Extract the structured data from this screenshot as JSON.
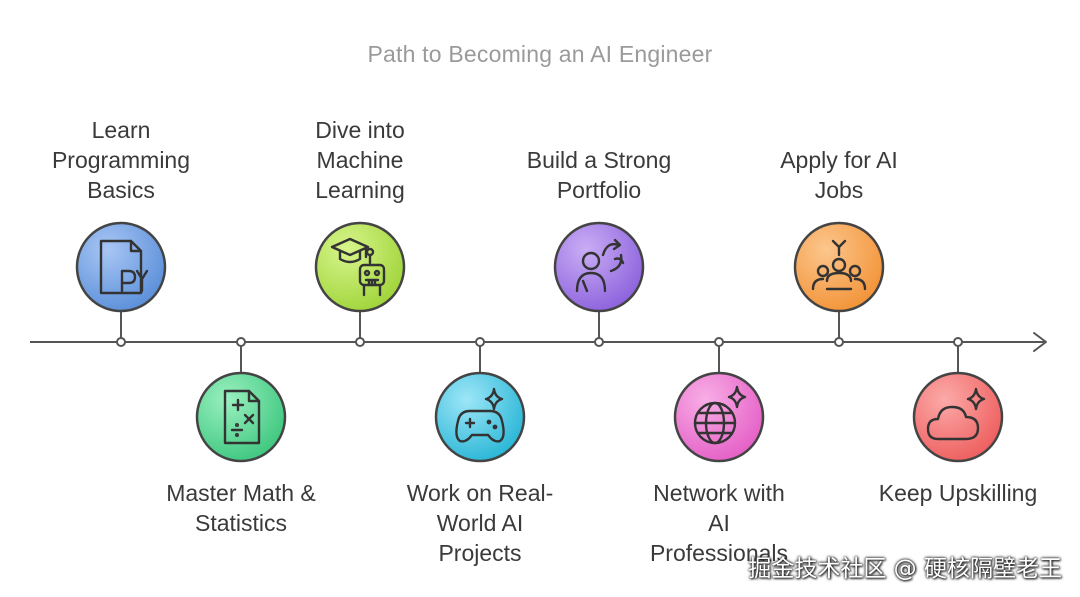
{
  "title": "Path to Becoming an AI Engineer",
  "steps": [
    {
      "label": "Learn\nProgramming\nBasics",
      "position": "top",
      "icon": "python-file-icon",
      "color": "#5b8fd9",
      "light": "#a8c6f4"
    },
    {
      "label": "Master Math &\nStatistics",
      "position": "bottom",
      "icon": "math-sheet-icon",
      "color": "#3ec77f",
      "light": "#9af0bf"
    },
    {
      "label": "Dive into\nMachine\nLearning",
      "position": "top",
      "icon": "graduation-robot-icon",
      "color": "#9fd43a",
      "light": "#d8f58c"
    },
    {
      "label": "Work on Real-\nWorld AI\nProjects",
      "position": "bottom",
      "icon": "gamepad-sparkle-icon",
      "color": "#29b6d6",
      "light": "#9de6f7"
    },
    {
      "label": "Build a Strong\nPortfolio",
      "position": "top",
      "icon": "person-refresh-icon",
      "color": "#8c62dc",
      "light": "#c9adf5"
    },
    {
      "label": "Network with\nAI\nProfessionals",
      "position": "bottom",
      "icon": "globe-sparkle-icon",
      "color": "#e45fc6",
      "light": "#f8aee6"
    },
    {
      "label": "Apply for AI\nJobs",
      "position": "top",
      "icon": "team-target-icon",
      "color": "#f29338",
      "light": "#fcc68c"
    },
    {
      "label": "Keep Upskilling",
      "position": "bottom",
      "icon": "cloud-sparkle-icon",
      "color": "#ee5e5e",
      "light": "#fbaaa8"
    }
  ],
  "watermark": "掘金技术社区 @ 硬核隔壁老王"
}
